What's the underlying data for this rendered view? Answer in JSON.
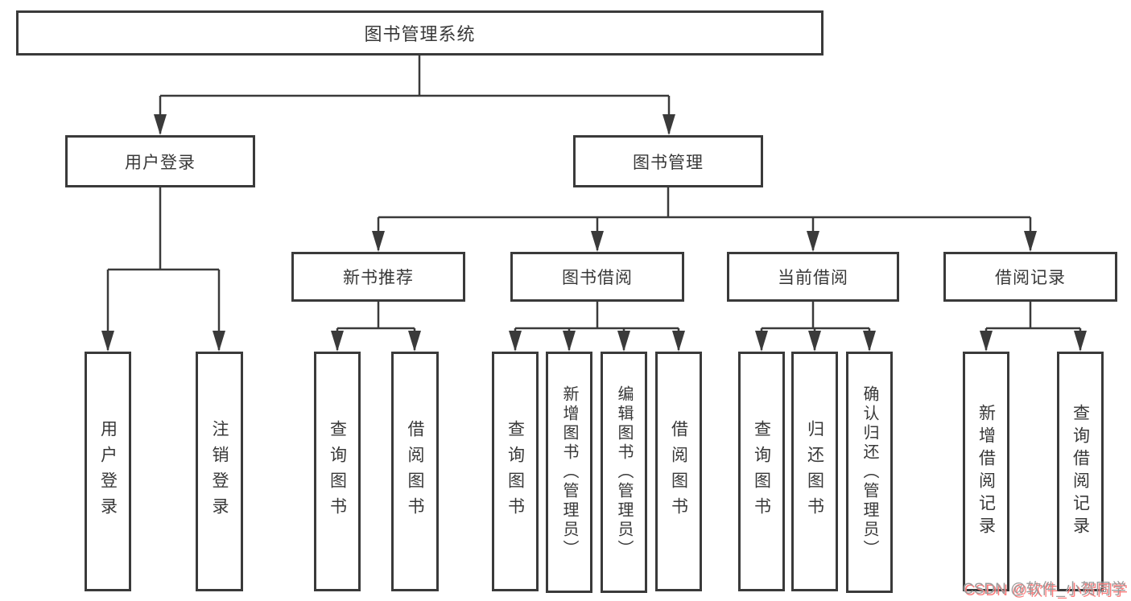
{
  "tree": {
    "label": "图书管理系统",
    "children": [
      {
        "label": "用户登录",
        "children": [
          {
            "label": "用户登录"
          },
          {
            "label": "注销登录"
          }
        ]
      },
      {
        "label": "图书管理",
        "children": [
          {
            "label": "新书推荐",
            "children": [
              {
                "label": "查询图书"
              },
              {
                "label": "借阅图书"
              }
            ]
          },
          {
            "label": "图书借阅",
            "children": [
              {
                "label": "查询图书"
              },
              {
                "label": "新增图书（管理员）"
              },
              {
                "label": "编辑图书（管理员）"
              },
              {
                "label": "借阅图书"
              }
            ]
          },
          {
            "label": "当前借阅",
            "children": [
              {
                "label": "查询图书"
              },
              {
                "label": "归还图书"
              },
              {
                "label": "确认归还（管理员）"
              }
            ]
          },
          {
            "label": "借阅记录",
            "children": [
              {
                "label": "新增借阅记录"
              },
              {
                "label": "查询借阅记录"
              }
            ]
          }
        ]
      }
    ]
  },
  "watermark": "CSDN @软件_小贺同学",
  "colors": {
    "background": "#ffffff",
    "line_color": "#3a3a3a",
    "text_color": "#383838",
    "watermark_text": "#9b9b9b",
    "watermark_shadow": "#fc7d7d"
  }
}
